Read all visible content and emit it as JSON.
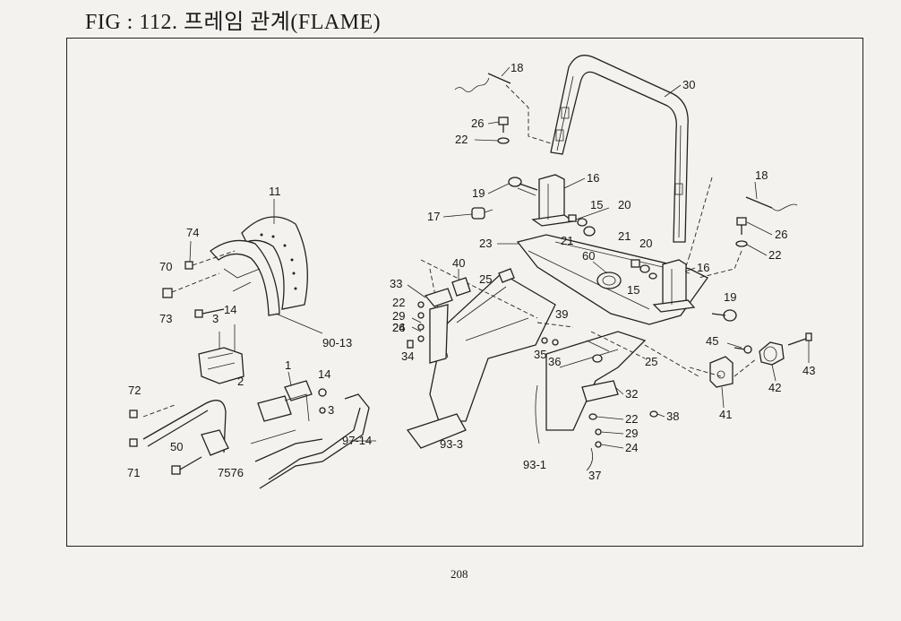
{
  "figure": {
    "title": "FIG : 112. 프레임 관계(FLAME)",
    "page_number": "208"
  },
  "callouts": [
    {
      "id": "c18a",
      "label": "18"
    },
    {
      "id": "c30",
      "label": "30"
    },
    {
      "id": "c26a",
      "label": "26"
    },
    {
      "id": "c22a",
      "label": "22"
    },
    {
      "id": "c16a",
      "label": "16"
    },
    {
      "id": "c19a",
      "label": "19"
    },
    {
      "id": "c15a",
      "label": "15"
    },
    {
      "id": "c20a",
      "label": "20"
    },
    {
      "id": "c17",
      "label": "17"
    },
    {
      "id": "c21a",
      "label": "21"
    },
    {
      "id": "c18b",
      "label": "18"
    },
    {
      "id": "c26b",
      "label": "26"
    },
    {
      "id": "c22b",
      "label": "22"
    },
    {
      "id": "c23",
      "label": "23"
    },
    {
      "id": "c60",
      "label": "60"
    },
    {
      "id": "c21b",
      "label": "21"
    },
    {
      "id": "c20b",
      "label": "20"
    },
    {
      "id": "c16b",
      "label": "16"
    },
    {
      "id": "c15b",
      "label": "15"
    },
    {
      "id": "c19b",
      "label": "19"
    },
    {
      "id": "c11",
      "label": "11"
    },
    {
      "id": "c74",
      "label": "74"
    },
    {
      "id": "c70",
      "label": "70"
    },
    {
      "id": "c73",
      "label": "73"
    },
    {
      "id": "c3a",
      "label": "3"
    },
    {
      "id": "c14a",
      "label": "14"
    },
    {
      "id": "c90_13",
      "label": "90-13"
    },
    {
      "id": "c2",
      "label": "2"
    },
    {
      "id": "c40",
      "label": "40"
    },
    {
      "id": "c25a",
      "label": "25"
    },
    {
      "id": "c33",
      "label": "33"
    },
    {
      "id": "c22c",
      "label": "22"
    },
    {
      "id": "c29a",
      "label": "29"
    },
    {
      "id": "c26c",
      "label": "26"
    },
    {
      "id": "c24a",
      "label": "24"
    },
    {
      "id": "c34",
      "label": "34"
    },
    {
      "id": "c39",
      "label": "39"
    },
    {
      "id": "c35",
      "label": "35"
    },
    {
      "id": "c36",
      "label": "36"
    },
    {
      "id": "c25b",
      "label": "25"
    },
    {
      "id": "c45",
      "label": "45"
    },
    {
      "id": "c42",
      "label": "42"
    },
    {
      "id": "c43",
      "label": "43"
    },
    {
      "id": "c41",
      "label": "41"
    },
    {
      "id": "c1",
      "label": "1"
    },
    {
      "id": "c14b",
      "label": "14"
    },
    {
      "id": "c3b",
      "label": "3"
    },
    {
      "id": "c97_14",
      "label": "97-14"
    },
    {
      "id": "c72",
      "label": "72"
    },
    {
      "id": "c71",
      "label": "71"
    },
    {
      "id": "c50",
      "label": "50"
    },
    {
      "id": "c7576",
      "label": "7576"
    },
    {
      "id": "c93_3",
      "label": "93-3"
    },
    {
      "id": "c32",
      "label": "32"
    },
    {
      "id": "c22d",
      "label": "22"
    },
    {
      "id": "c38",
      "label": "38"
    },
    {
      "id": "c29b",
      "label": "29"
    },
    {
      "id": "c24b",
      "label": "24"
    },
    {
      "id": "c93_1",
      "label": "93-1"
    },
    {
      "id": "c37",
      "label": "37"
    }
  ]
}
